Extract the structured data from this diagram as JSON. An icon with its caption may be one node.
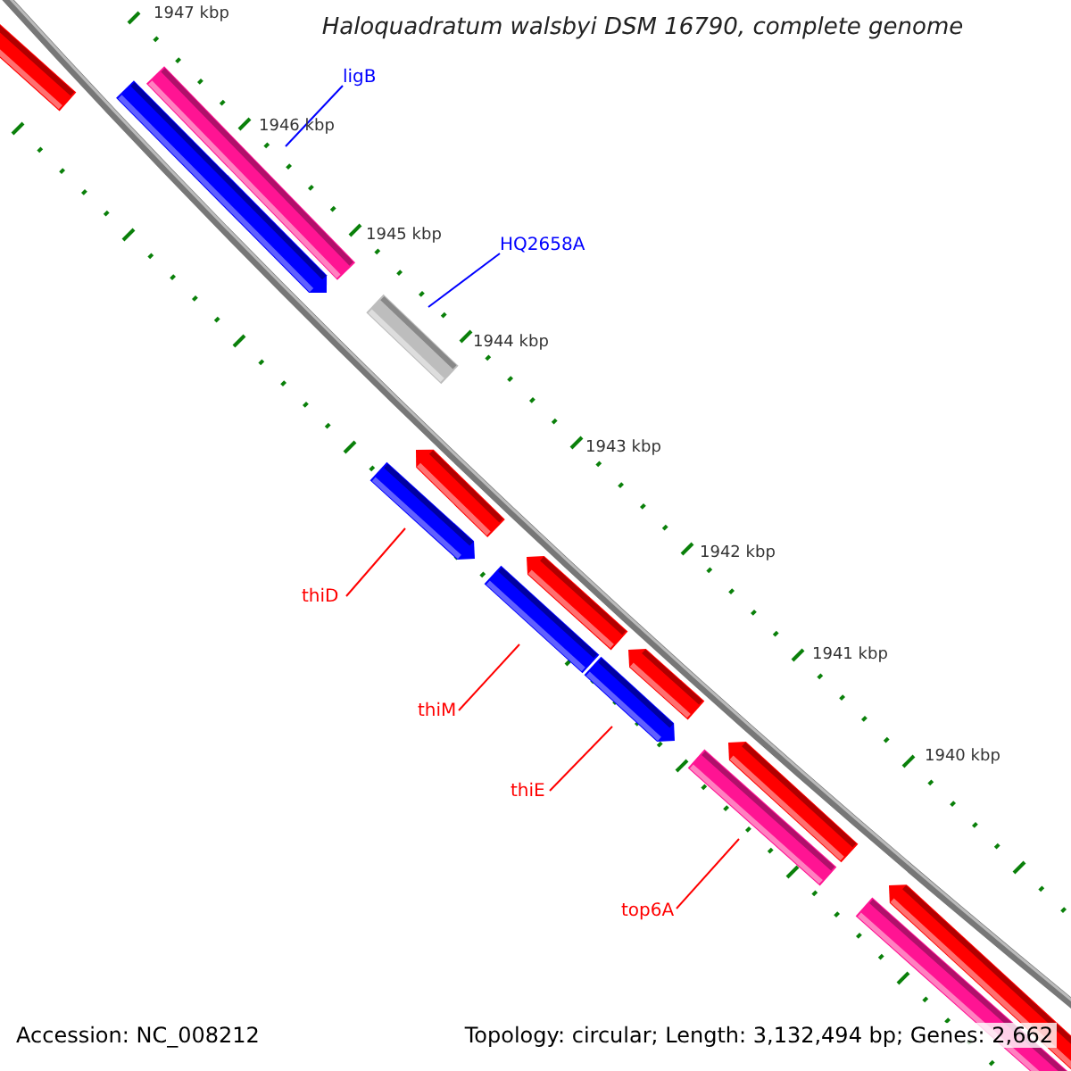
{
  "diagram": {
    "title": "Haloquadratum walsbyi DSM 16790, complete genome",
    "nodes": [
      {
        "text": [
          "ligB"
        ]
      },
      {
        "text": [],
        "shape": "bar"
      },
      {
        "text": [
          "HQ2658A"
        ]
      },
      {
        "text": [],
        "shape": "bar"
      },
      {
        "text": [],
        "shape": "bar"
      },
      {
        "text": [
          "thiD"
        ]
      },
      {
        "text": [],
        "shape": "bar"
      },
      {
        "text": [
          "thiM"
        ]
      },
      {
        "text": [],
        "shape": "bar"
      },
      {
        "text": [
          "thiE"
        ]
      },
      {
        "text": [],
        "shape": "bar"
      },
      {
        "text": [
          "top6A"
        ]
      },
      {
        "text": [],
        "shape": "bar"
      },
      {
        "text": [],
        "shape": "bar"
      },
      {
        "text": [],
        "shape": "bar"
      },
      {
        "text": [],
        "shape": "bar"
      },
      {
        "text": [],
        "shape": "bar"
      },
      {
        "text": [],
        "shape": "bar"
      },
      {
        "text": [],
        "shape": "bar"
      },
      {
        "text": [],
        "shape": "bar"
      }
    ],
    "edges": [
      {
        "from": 0,
        "to": 1,
        "arrow": "none",
        "color": "#0000ff"
      },
      {
        "from": 2,
        "to": 3,
        "arrow": "none",
        "color": "#0000ff"
      },
      {
        "from": 5,
        "to": 4,
        "arrow": "none"
      },
      {
        "from": 7,
        "to": 6,
        "arrow": "none"
      },
      {
        "from": 9,
        "to": 8,
        "arrow": "none"
      },
      {
        "from": 11,
        "to": 10,
        "arrow": "none"
      }
    ],
    "labels": [
      "1947 kbp",
      "1946 kbp",
      "1945 kbp",
      "1944 kbp",
      "1943 kbp",
      "1942 kbp",
      "1941 kbp",
      "1940 kbp",
      "Accession: NC_008212",
      "Topology: circular; Length: 3,132,494 bp; Genes: 2,662"
    ]
  }
}
